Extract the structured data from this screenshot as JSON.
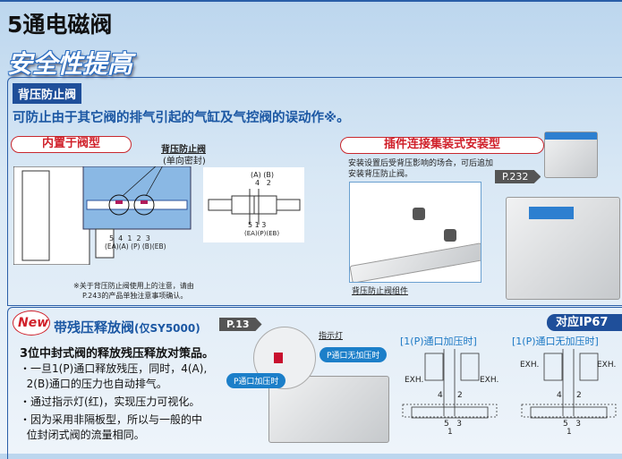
{
  "header": {
    "title": "5通电磁阀",
    "subtitle": "安全性提高"
  },
  "section1": {
    "tag": "背压防止阀",
    "lead": "可防止由于其它阀的排气引起的气缸及气控阀的误动作※。",
    "builtin": {
      "label": "内置于阀型",
      "callout1": "背压防止阀",
      "callout2": "(单向密封)",
      "ports_num": "5  4  1  2  3",
      "ports_name": "(EA)(A) (P) (B)(EB)",
      "sym_top1": "(A) (B)",
      "sym_top2": "4   2",
      "sym_bot1": "5 1 3",
      "sym_bot2": "(EA)(P)(EB)",
      "note1": "※关于背压防止阀使用上的注意，请由",
      "note2": "P.243的产品单独注意事项确认。"
    },
    "plugin": {
      "label": "插件连接集装式安装型",
      "desc1": "安装设置后受背压影响的场合，可后追加",
      "desc2": "安装背压防止阀。",
      "page": "P.232",
      "part": "背压防止阀组件"
    }
  },
  "section2": {
    "new": "New",
    "title": "带残压释放阀",
    "title_note": "(仅SY5000)",
    "page": "P.13",
    "headline": "3位中封式阀的释放残压释放对策品。",
    "bullets": [
      [
        "・一旦1(P)通口释放残压，同时，4(A),",
        "  2(B)通口的压力也自动排气。"
      ],
      [
        "・通过指示灯(红)，实现压力可视化。"
      ],
      [
        "・因为采用非隔板型，所以与一般的中",
        "  位封闭式阀的流量相同。"
      ]
    ],
    "indicator": "指示灯",
    "p_off": "P通口无加压时",
    "p_on": "P通口加压时",
    "ip": "对应IP67",
    "diag1": {
      "title": "[1(P)通口加压时]",
      "exh": "EXH.",
      "p4": "4",
      "p2": "2",
      "p53": "5   3",
      "p1": "1"
    },
    "diag2": {
      "title": "[1(P)通口无加压时]",
      "exh": "EXH.",
      "p4": "4",
      "p2": "2",
      "p53": "5   3",
      "p1": "1"
    }
  }
}
